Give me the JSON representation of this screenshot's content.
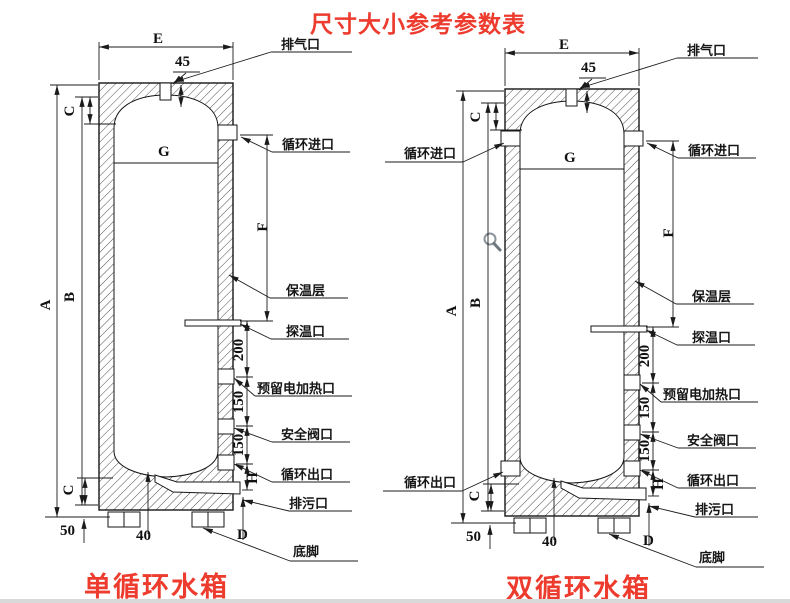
{
  "title": "尺寸大小参考参数表",
  "colors": {
    "accent_red": "#ed3b2e",
    "line": "#1b1b1b",
    "magnifier_gray": "#8b939b"
  },
  "icons": {
    "magnifier": "magnifier-icon"
  },
  "diagram_left": {
    "caption": "单循环水箱",
    "dims": {
      "E": "E",
      "vent_offset": "45",
      "C_top": "C",
      "A": "A",
      "B": "B",
      "G": "G",
      "F": "F",
      "probe_gap": "200",
      "heater_gap": "150",
      "valve_gap": "150",
      "H": "H",
      "C_bottom": "C",
      "left_margin": "50",
      "foot_offset": "40",
      "D": "D"
    },
    "callouts": {
      "vent": "排气口",
      "inlet": "循环进口",
      "insulation": "保温层",
      "probe": "探温口",
      "heater": "预留电加热口",
      "safety_valve": "安全阀口",
      "outlet": "循环出口",
      "drain": "排污口",
      "foot": "底脚"
    }
  },
  "diagram_right": {
    "caption": "双循环水箱",
    "dims": {
      "E": "E",
      "vent_offset": "45",
      "C_top": "C",
      "A": "A",
      "B": "B",
      "G": "G",
      "F": "F",
      "probe_gap": "200",
      "heater_gap": "150",
      "valve_gap": "150",
      "H": "H",
      "C_bottom": "C",
      "left_margin": "50",
      "foot_offset": "40",
      "D": "D"
    },
    "callouts": {
      "vent": "排气口",
      "inlet_left": "循环进口",
      "inlet_right": "循环进口",
      "insulation": "保温层",
      "probe": "探温口",
      "heater": "预留电加热口",
      "safety_valve": "安全阀口",
      "outlet_left": "循环出口",
      "outlet_right": "循环出口",
      "drain": "排污口",
      "foot": "底脚"
    }
  }
}
